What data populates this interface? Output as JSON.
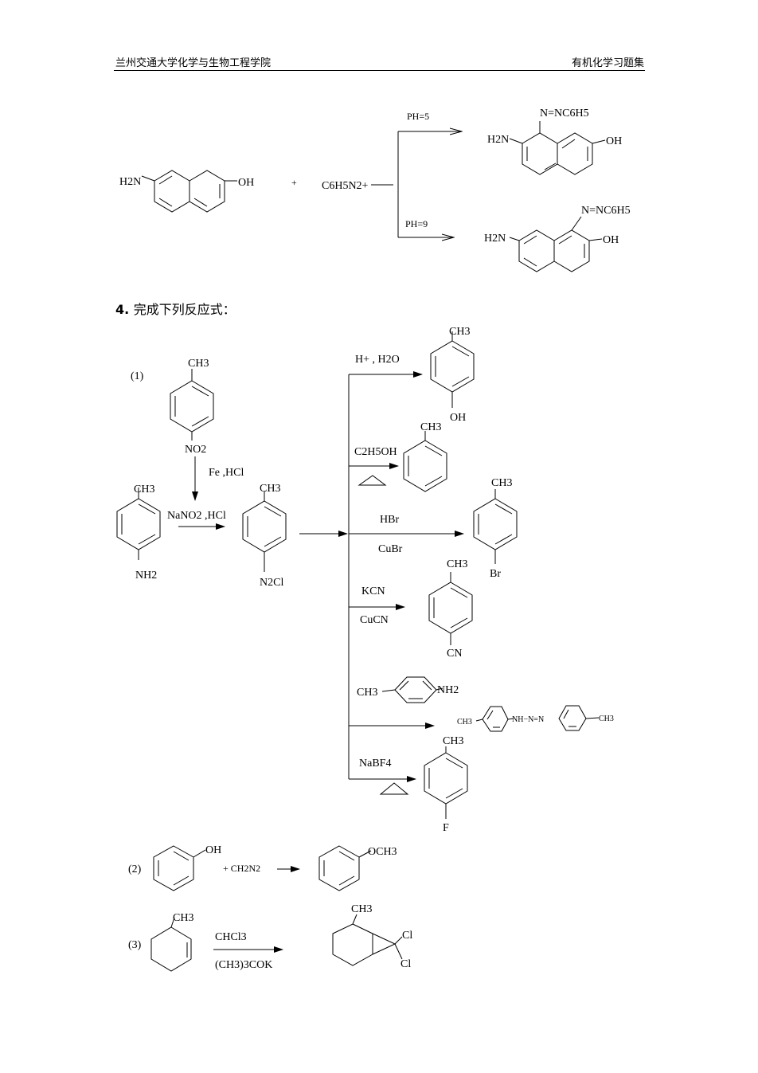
{
  "header": {
    "left": "兰州交通大学化学与生物工程学院",
    "right": "有机化学习题集"
  },
  "reaction3": {
    "reagent": "C6H5N2+",
    "plus": "+",
    "cond_top": "PH=5",
    "cond_bottom": "PH=9",
    "sm_nh2": "H2N",
    "sm_oh": "OH",
    "p1_azo": "N=NC6H5",
    "p1_nh2": "H2N",
    "p1_oh": "OH",
    "p2_azo": "N=NC6H5",
    "p2_nh2": "H2N",
    "p2_oh": "OH"
  },
  "q4": {
    "number": "4.",
    "title": "完成下列反应式："
  },
  "r1": {
    "label": "(1)",
    "nitro_ch3": "CH3",
    "nitro_no2": "NO2",
    "reduce_cond": "Fe ,HCl",
    "amine_ch3": "CH3",
    "amine_nh2": "NH2",
    "diazo_cond": "NaNO2 ,HCl",
    "diazo_ch3": "CH3",
    "diazo_n2cl": "N2Cl",
    "b1_cond": "H+ , H2O",
    "b1_ch3": "CH3",
    "b1_oh": "OH",
    "b2_cond": "C2H5OH",
    "b2_ch3": "CH3",
    "b3_cond_top": "HBr",
    "b3_cond_bottom": "CuBr",
    "b3_ch3": "CH3",
    "b3_br": "Br",
    "b4_cond_top": "KCN",
    "b4_cond_bottom": "CuCN",
    "b4_ch3": "CH3",
    "b4_cn": "CN",
    "b5_reagent_ch3": "CH3",
    "b5_reagent_nh2": "NH2",
    "b5_p_ch3_left": "CH3",
    "b5_p_link": "NH−N=N",
    "b5_p_ch3_right": "CH3",
    "b6_cond": "NaBF4",
    "b6_ch3": "CH3",
    "b6_f": "F"
  },
  "r2": {
    "label": "(2)",
    "sm_oh": "OH",
    "reagent": "+ CH2N2",
    "p_och3": "OCH3"
  },
  "r3": {
    "label": "(3)",
    "sm_ch3": "CH3",
    "cond_top": "CHCl3",
    "cond_bottom": "(CH3)3COK",
    "p_ch3": "CH3",
    "p_cl1": "Cl",
    "p_cl2": "Cl"
  }
}
